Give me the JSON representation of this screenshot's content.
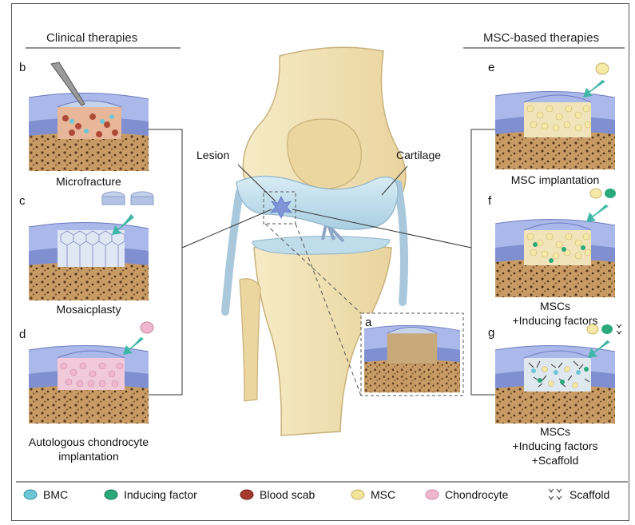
{
  "headers": {
    "left": "Clinical therapies",
    "right": "MSC-based therapies"
  },
  "knee": {
    "lesion_label": "Lesion",
    "cartilage_label": "Cartilage"
  },
  "panels": {
    "a": {
      "letter": "a"
    },
    "b": {
      "letter": "b",
      "caption": "Microfracture"
    },
    "c": {
      "letter": "c",
      "caption": "Mosaicplasty"
    },
    "d": {
      "letter": "d",
      "caption_line1": "Autologous chondrocyte",
      "caption_line2": "implantation"
    },
    "e": {
      "letter": "e",
      "caption": "MSC implantation"
    },
    "f": {
      "letter": "f",
      "caption_line1": "MSCs",
      "caption_line2": "+Inducing factors"
    },
    "g": {
      "letter": "g",
      "caption_line1": "MSCs",
      "caption_line2": "+Inducing factors",
      "caption_line3": "+Scaffold"
    }
  },
  "legend": [
    {
      "label": "BMC",
      "color": "#6cc6d6"
    },
    {
      "label": "Inducing factor",
      "color": "#2aa97a"
    },
    {
      "label": "Blood scab",
      "color": "#a6392e"
    },
    {
      "label": "MSC",
      "color": "#f3e39c"
    },
    {
      "label": "Chondrocyte",
      "color": "#efb7cd"
    },
    {
      "label": "Scaffold",
      "color": "#555555"
    }
  ],
  "colors": {
    "bone": "#f1e2b3",
    "cartilage": "#bfdcea",
    "tissue_blue": "#8a9bd6",
    "subchondral": "#c9a06a",
    "arrow": "#3fb7a6"
  }
}
